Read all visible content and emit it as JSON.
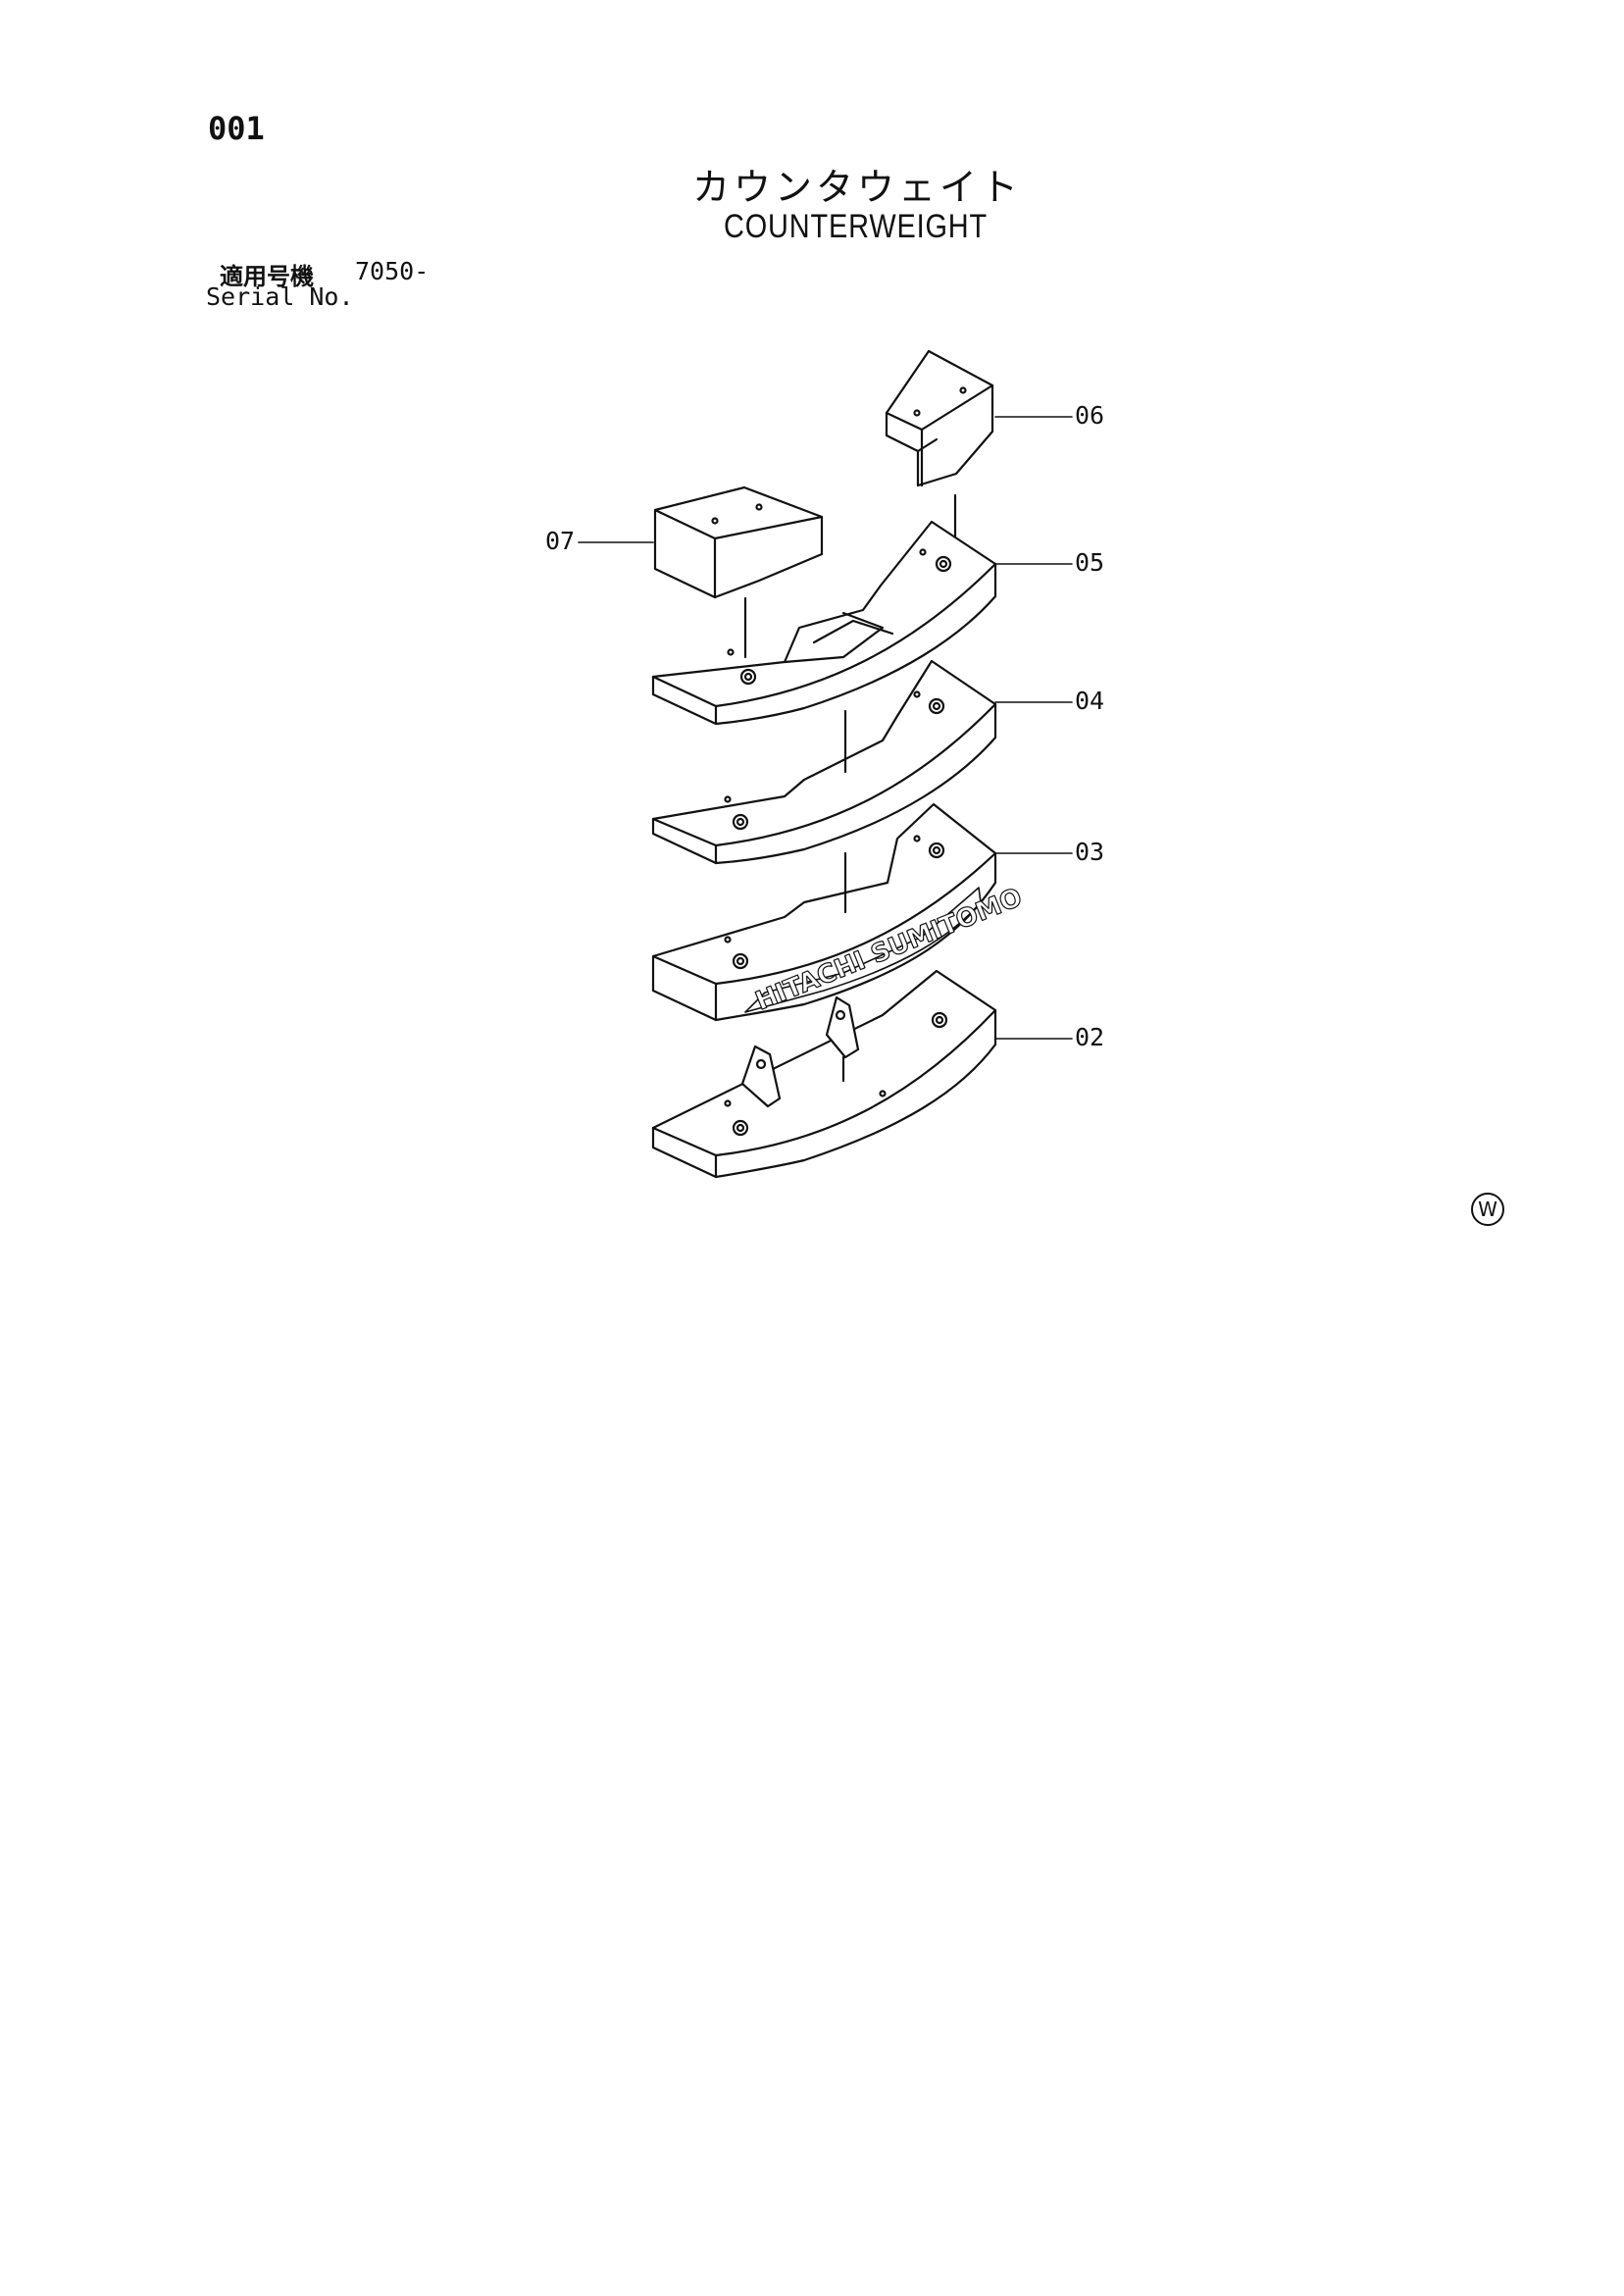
{
  "page": {
    "number": "001",
    "title_jp": "カウンタウェイト",
    "title_en": "COUNTERWEIGHT",
    "serial_label_jp": "適用号機",
    "serial_label_en": "Serial No.",
    "serial_value": "7050-"
  },
  "diagram": {
    "callouts": [
      {
        "id": "06",
        "label": "06"
      },
      {
        "id": "07",
        "label": "07"
      },
      {
        "id": "05",
        "label": "05"
      },
      {
        "id": "04",
        "label": "04"
      },
      {
        "id": "03",
        "label": "03"
      },
      {
        "id": "02",
        "label": "02"
      }
    ],
    "logo_text": "HITACHI SUMITOMO",
    "watermark_symbol": "W"
  },
  "colors": {
    "ink": "#111111",
    "paper": "#ffffff"
  }
}
